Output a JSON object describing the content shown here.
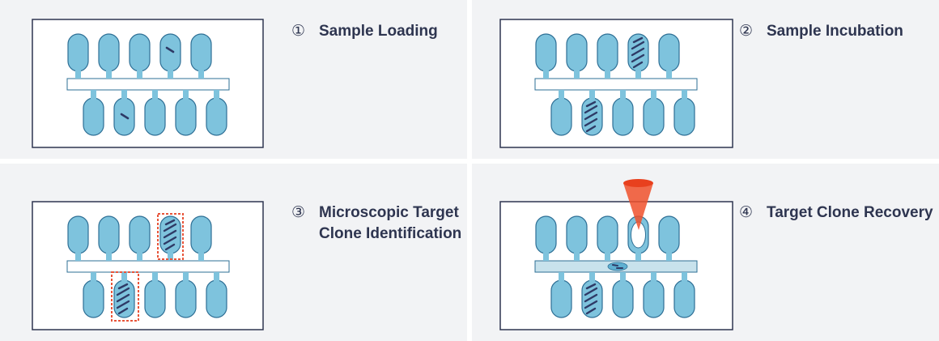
{
  "colors": {
    "background": "#f2f3f5",
    "chip_border": "#2e3550",
    "chamber_fill": "#7ec3dd",
    "chamber_stroke": "#2e6f95",
    "cell_color": "#2e3a66",
    "highlight_box": "#e8553a",
    "laser": "#f0502c",
    "channel_fill_step4": "#c8e2ec",
    "text": "#2e3550"
  },
  "steps": [
    {
      "number": "①",
      "lines": [
        "Sample Loading"
      ]
    },
    {
      "number": "②",
      "lines": [
        "Sample Incubation"
      ]
    },
    {
      "number": "③",
      "lines": [
        "Microscopic Target",
        "Clone Identification"
      ]
    },
    {
      "number": "④",
      "lines": [
        "Target Clone Recovery"
      ]
    }
  ]
}
